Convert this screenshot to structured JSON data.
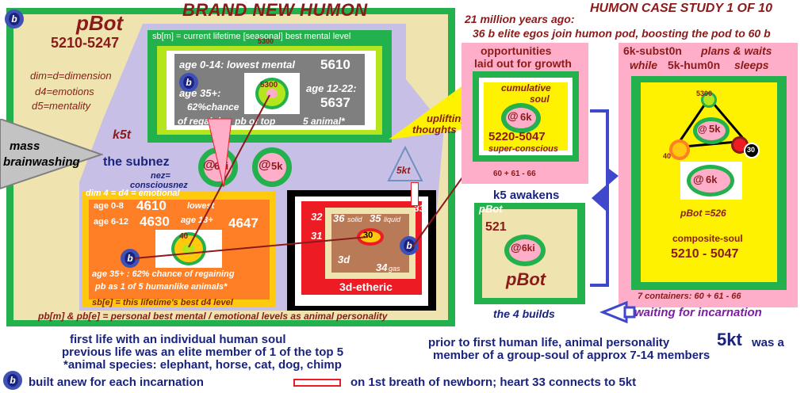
{
  "title_left": "BRAND NEW HUMON",
  "title_right": "HUMON CASE STUDY 1 OF 10",
  "pbot_panel": {
    "name": "pBot",
    "range": "5210-5247",
    "dim_lines": [
      "dim=d=dimension",
      "d4=emotions",
      "d5=mentality"
    ]
  },
  "mental_box": {
    "header": "sb[m] = current lifetime [seasonal] best mental level",
    "top_value": "5300",
    "age_0_14": "age 0-14: lowest mental",
    "val_5610": "5610",
    "age_12_22": "age 12-22:",
    "val_5637": "5637",
    "age_35": "age 35+:",
    "chance": "62%chance",
    "regain": "of regaining pb of top",
    "animal": "5 animal*",
    "ring_label": "5300"
  },
  "k5t_label": "k5t",
  "mass_label": "mass",
  "brainwashing_label": "brainwashing",
  "subnez": {
    "title": "the subnez",
    "nez": "nez=",
    "conscious": "consciousnez"
  },
  "rings_mid": {
    "a": "6ki",
    "b": "5k"
  },
  "emotional_box": {
    "header": "dim 4 = d4 = emotional",
    "age_0_8": "age 0-8",
    "val_4610": "4610",
    "lowest": "lowest",
    "age_6_12": "age 6-12",
    "val_4630": "4630",
    "age_13": "age 13+",
    "val_4647": "4647",
    "ring_label": "40",
    "chance_line1": "age 35+ : 62% chance of regaining",
    "chance_line2": "pb as 1 of 5 humanlike  animals*",
    "footer": "sb[e] = this lifetime's best d4  level"
  },
  "etheric": {
    "n32": "32",
    "n36": "36",
    "solid": "solid",
    "n35": "35",
    "liquid": "liquid",
    "n31": "31",
    "n30": "30",
    "n33": "33",
    "d3": "3d",
    "n34": "34",
    "gas": "gas",
    "label": "3d-etheric"
  },
  "triangle_label": "5kt",
  "pb_footer": "pb[m] & pb[e] = personal best mental / emotional levels as animal personality",
  "uplifting": [
    "uplifting",
    "thoughts"
  ],
  "history_top": [
    "21 million years ago:",
    "36 b elite  egos join humon pod, boosting the pod to 60 b"
  ],
  "opportunities": {
    "title": [
      "opportunities",
      "laid out for growth"
    ],
    "cumulative": [
      "cumulative",
      "soul"
    ],
    "ring": "6k",
    "range": "5220-5047",
    "super": "super-conscious",
    "containers": "60 + 61 - 66"
  },
  "right_panel": {
    "title1_a": "6k-subst0n",
    "title1_b": "plans & waits",
    "title2_a": "while",
    "title2_b": "5k-hum0n",
    "title2_c": "sleeps",
    "top_node": "5300",
    "mid_label": "5k",
    "left_node": "40",
    "right_node": "30",
    "ring": "6k",
    "pbot": "pBot =526",
    "composite": "composite-soul",
    "range": "5210 - 5047",
    "containers": "7 containers: 60 + 61 - 66"
  },
  "k5_awakens": "k5 awakens",
  "pbot_small": {
    "label": "pBot",
    "num": "521",
    "ring": "6ki",
    "name": "pBot"
  },
  "four_builds": "the 4 builds",
  "waiting": "waiting for incarnation",
  "bottom_left": [
    "first life with an individual human soul",
    "previous life was an elite member of 1 of the top 5",
    "*animal species: elephant, horse, cat, dog, chimp"
  ],
  "bottom_right_a": "prior to first human life, animal personality",
  "bottom_right_big": "5kt",
  "bottom_right_b": "was a",
  "bottom_right_c": "member of a group-soul of approx 7-14 members",
  "legend_b": "built anew for each incarnation",
  "legend_line": "on 1st breath of newborn; heart 33 connects to 5kt",
  "badge_letter": "b",
  "colors": {
    "green": "#22b14c",
    "tan": "#efe4b0",
    "lavender": "#c8bfe7",
    "lime": "#b5e61d",
    "orange": "#ff7f27",
    "red": "#ed1c24",
    "maroon": "#8b1a1a",
    "pink": "#ffaec9",
    "yellow": "#fff200",
    "blue": "#3f48cc"
  }
}
